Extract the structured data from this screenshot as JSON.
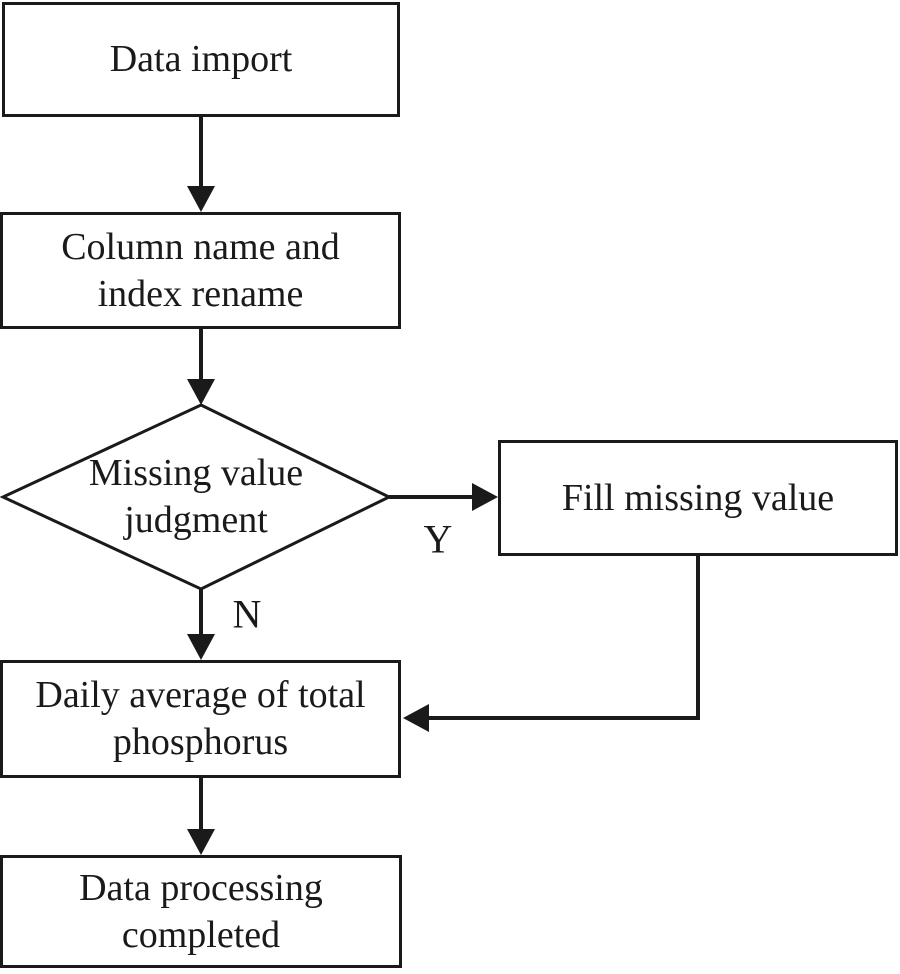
{
  "figure": {
    "type": "flowchart",
    "background_color": "#ffffff",
    "line_color": "#1a1a1a",
    "nodes": {
      "data_import": {
        "shape": "rectangle",
        "label": "Data import",
        "lines": [
          "Data import"
        ]
      },
      "column_rename": {
        "shape": "rectangle",
        "label": "Column name and index rename",
        "lines": [
          "Column name and",
          "index rename"
        ]
      },
      "missing_judgment": {
        "shape": "diamond",
        "label": "Missing value judgment",
        "lines": [
          "Missing value",
          "judgment"
        ]
      },
      "fill_missing": {
        "shape": "rectangle",
        "label": "Fill missing value",
        "lines": [
          "Fill missing value"
        ]
      },
      "daily_average": {
        "shape": "rectangle",
        "label": "Daily average of total phosphorus",
        "lines": [
          "Daily average of total",
          "phosphorus"
        ]
      },
      "completed": {
        "shape": "rectangle",
        "label": "Data processing completed",
        "lines": [
          "Data processing",
          "completed"
        ]
      }
    },
    "edges": [
      {
        "from": "data_import",
        "to": "column_rename",
        "label": ""
      },
      {
        "from": "column_rename",
        "to": "missing_judgment",
        "label": ""
      },
      {
        "from": "missing_judgment",
        "to": "fill_missing",
        "label": "Y"
      },
      {
        "from": "missing_judgment",
        "to": "daily_average",
        "label": "N"
      },
      {
        "from": "fill_missing",
        "to": "daily_average",
        "label": ""
      },
      {
        "from": "daily_average",
        "to": "completed",
        "label": ""
      }
    ]
  }
}
